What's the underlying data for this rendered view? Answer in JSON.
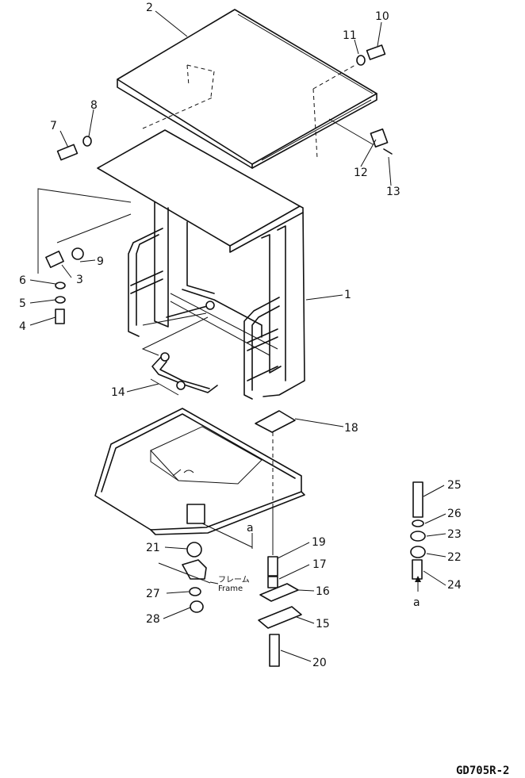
{
  "labels": {
    "n1": "1",
    "n2": "2",
    "n3": "3",
    "n4": "4",
    "n5": "5",
    "n6": "6",
    "n7": "7",
    "n8": "8",
    "n9": "9",
    "n10": "10",
    "n11": "11",
    "n12": "12",
    "n13": "13",
    "n14": "14",
    "n15": "15",
    "n16": "16",
    "n17": "17",
    "n18": "18",
    "n19": "19",
    "n20": "20",
    "n21": "21",
    "n22": "22",
    "n23": "23",
    "n24": "24",
    "n25": "25",
    "n26": "26",
    "n27": "27",
    "n28": "28"
  },
  "view_marks": {
    "a1": "a",
    "a2": "a"
  },
  "frame_jp": "フレーム",
  "frame_en": "Frame",
  "drawing_code": "GD705R-2"
}
